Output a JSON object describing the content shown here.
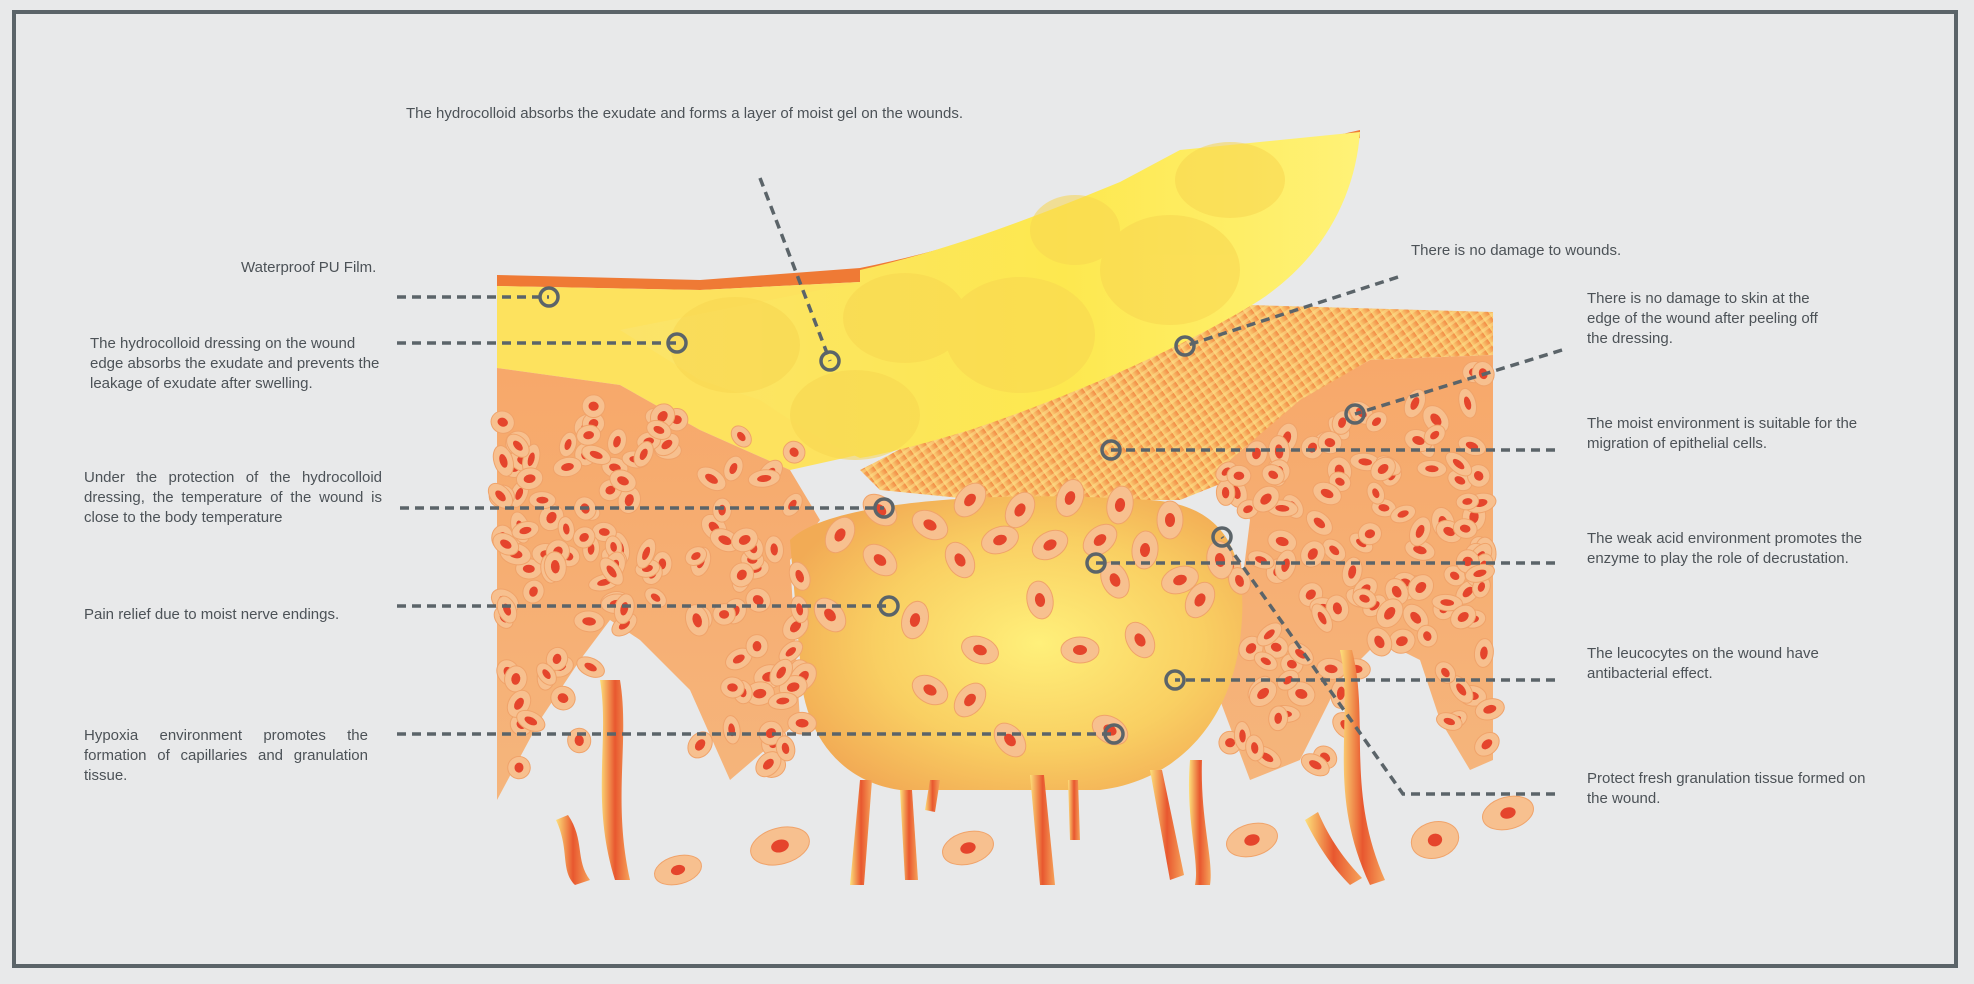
{
  "labels": {
    "hydrocolloid_gel": "The hydrocolloid absorbs the exudate and forms a layer of moist gel on the wounds.",
    "waterproof_film": "Waterproof PU Film.",
    "edge_absorbs": "The hydrocolloid dressing on the wound edge absorbs the exudate and prevents the leakage of exudate after swelling.",
    "temperature": "Under the protection of the hydrocolloid dressing, the temperature of the wound is close to the body temperature",
    "pain_relief": "Pain relief due to moist nerve endings.",
    "hypoxia": "Hypoxia environment promotes the formation of capillaries and granulation tissue.",
    "no_damage_wounds": "There is no damage to wounds.",
    "no_damage_skin": "There is no damage to skin at the edge of the wound after peeling off the dressing.",
    "moist_environment": "The moist environment is suitable for the migration of epithelial cells.",
    "weak_acid": "The weak acid environment  promotes the enzyme to play the role of decrustation.",
    "leucocytes": "The leucocytes on the wound have antibacterial effect.",
    "granulation": "Protect fresh granulation tissue formed on the wound."
  },
  "colors": {
    "background": "#e8e9ea",
    "frame": "#5b6469",
    "leader_line": "#5b6469",
    "label_text": "#4c5257",
    "dressing_yellow": "#fde45a",
    "tissue_orange": "#f6b27a",
    "cell_fill": "#f7c08f",
    "cell_nucleus": "#e5452c",
    "wound_gold": "#f7c860"
  }
}
